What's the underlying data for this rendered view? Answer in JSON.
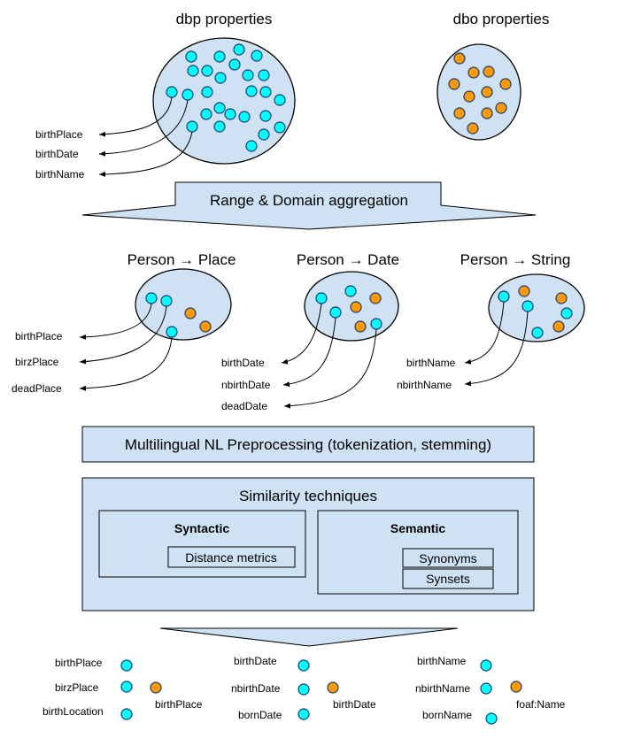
{
  "colors": {
    "fill": "#cfe2f3",
    "dbp_dot": "#00ffff",
    "dbo_dot": "#ff9900"
  },
  "top": {
    "dbp_title": "dbp properties",
    "dbo_title": "dbo properties",
    "dbp_labels": [
      "birthPlace",
      "birthDate",
      "birthName"
    ]
  },
  "aggregation": {
    "label": "Range & Domain aggregation"
  },
  "groups": [
    {
      "title": "Person → Place",
      "labels": [
        "birthPlace",
        "birzPlace",
        "deadPlace"
      ]
    },
    {
      "title": "Person → Date",
      "labels": [
        "birthDate",
        "nbirthDate",
        "deadDate"
      ]
    },
    {
      "title": "Person → String",
      "labels": [
        "birthName",
        "nbirthName"
      ]
    }
  ],
  "preprocessing": {
    "label": "Multilingual NL Preprocessing (tokenization, stemming)"
  },
  "similarity": {
    "title": "Similarity techniques",
    "syntactic": {
      "title": "Syntactic",
      "items": [
        "Distance metrics"
      ]
    },
    "semantic": {
      "title": "Semantic",
      "items": [
        "Synonyms",
        "Synsets"
      ]
    }
  },
  "results": [
    {
      "dbp": [
        "birthPlace",
        "birzPlace",
        "birthLocation"
      ],
      "dbo": "birthPlace"
    },
    {
      "dbp": [
        "birthDate",
        "nbirthDate",
        "bornDate"
      ],
      "dbo": "birthDate"
    },
    {
      "dbp": [
        "birthName",
        "nbirthName",
        "bornName"
      ],
      "dbo": "foaf:Name"
    }
  ]
}
